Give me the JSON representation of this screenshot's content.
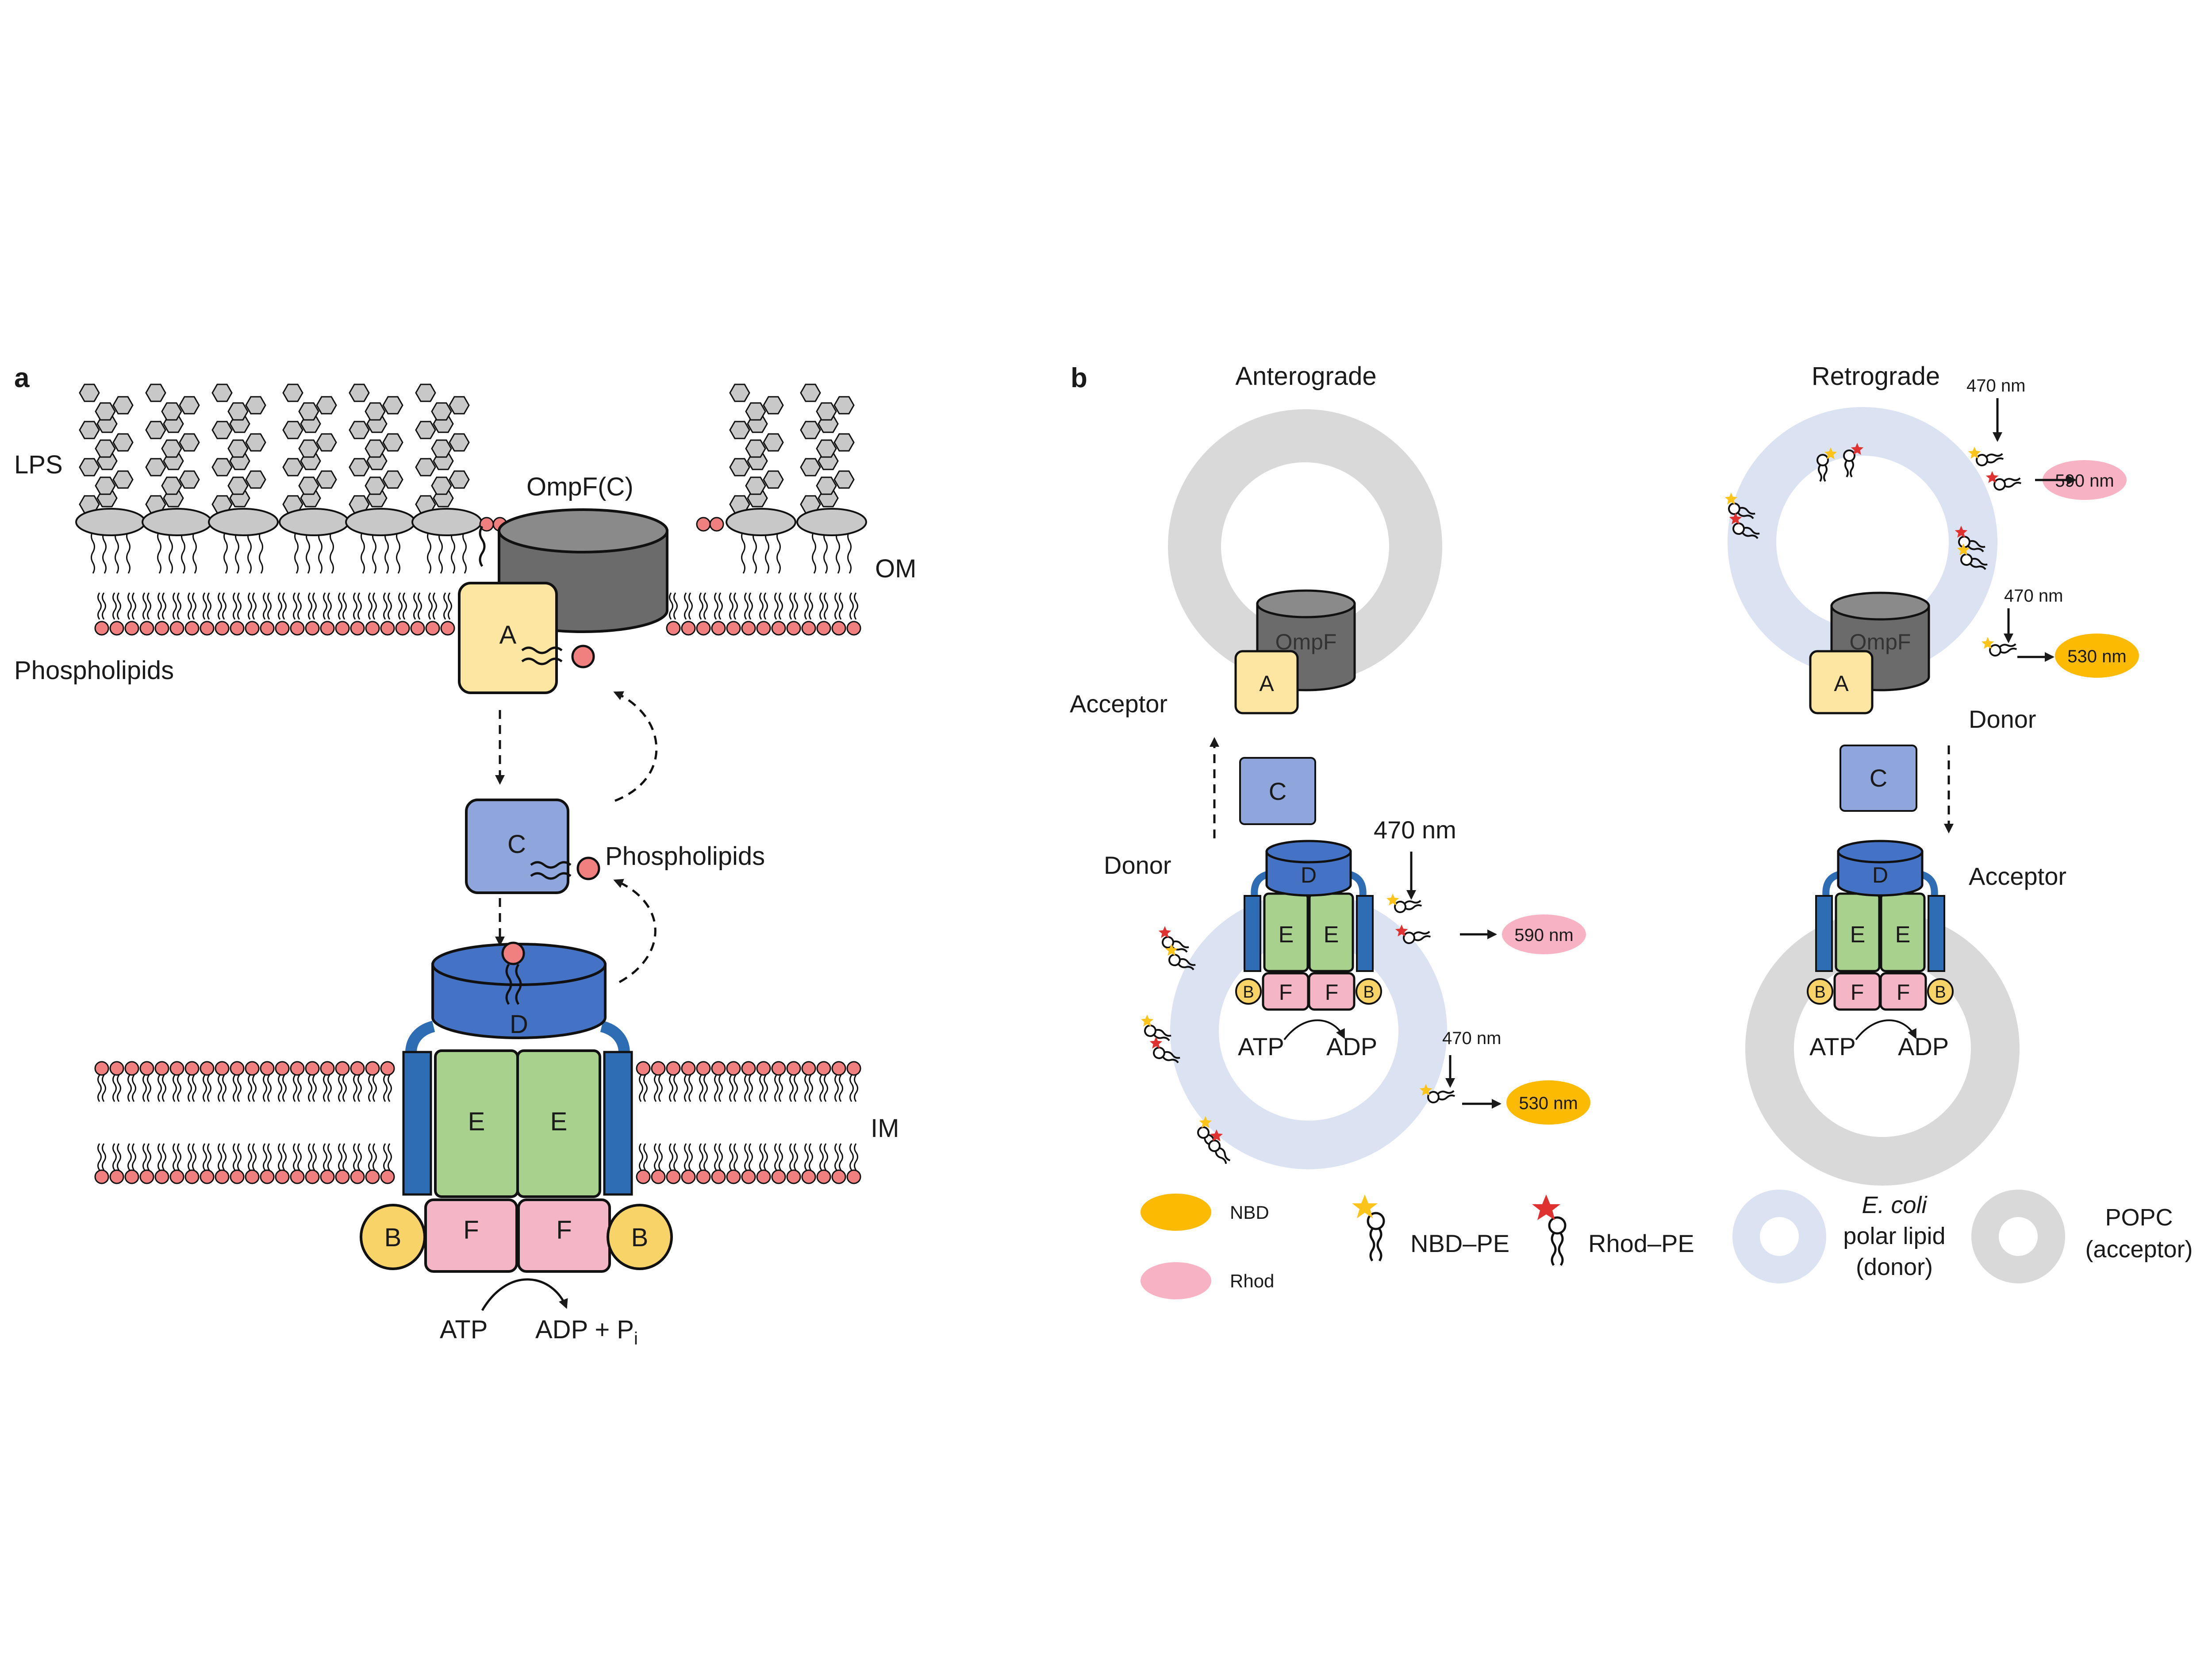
{
  "panel_a": {
    "letter": "a",
    "lps_label": "LPS",
    "om_label": "OM",
    "im_label": "IM",
    "phospholipids_label": "Phospholipids",
    "phospholipids_label_2": "Phospholipids",
    "ompf_label": "OmpF(C)",
    "protein_a": "A",
    "protein_b_left": "B",
    "protein_b_right": "B",
    "protein_c": "C",
    "protein_d": "D",
    "protein_e_left": "E",
    "protein_e_right": "E",
    "protein_f_left": "F",
    "protein_f_right": "F",
    "atp": "ATP",
    "adp": "ADP + P",
    "adp_sub": "i"
  },
  "panel_b": {
    "letter": "b",
    "anterograde": {
      "title": "Anterograde",
      "acceptor_label": "Acceptor",
      "donor_label": "Donor",
      "ompf": "OmpF",
      "protein_a": "A",
      "protein_c": "C",
      "protein_d": "D",
      "protein_e_left": "E",
      "protein_e_right": "E",
      "protein_f_left": "F",
      "protein_f_right": "F",
      "protein_b_left": "B",
      "protein_b_right": "B",
      "atp": "ATP",
      "adp": "ADP",
      "excitation_1": "470 nm",
      "excitation_2": "470 nm",
      "emission_rhod": "590 nm",
      "emission_nbd": "530 nm"
    },
    "retrograde": {
      "title": "Retrograde",
      "donor_label": "Donor",
      "acceptor_label": "Acceptor",
      "ompf": "OmpF",
      "protein_a": "A",
      "protein_c": "C",
      "protein_d": "D",
      "protein_e_left": "E",
      "protein_e_right": "E",
      "protein_f_left": "F",
      "protein_f_right": "F",
      "protein_b_left": "B",
      "protein_b_right": "B",
      "atp": "ATP",
      "adp": "ADP",
      "excitation_1": "470 nm",
      "excitation_2": "470 nm",
      "emission_rhod": "590 nm",
      "emission_nbd": "530 nm"
    },
    "legend": {
      "nbd": "NBD",
      "rhod": "Rhod",
      "nbd_pe": "NBD–PE",
      "rhod_pe": "Rhod–PE",
      "ecoli_line1": "E. coli",
      "ecoli_line2": "polar lipid",
      "ecoli_line3": "(donor)",
      "popc_line1": "POPC",
      "popc_line2": "(acceptor)"
    }
  },
  "colors": {
    "protein_a": "#fde6a2",
    "protein_b": "#f8d367",
    "protein_c": "#8fa6dc",
    "protein_d": "#4472c4",
    "protein_e": "#a9d18e",
    "protein_f": "#f4b6c6",
    "transmembrane_bar": "#2e6db4",
    "lipid_head": "#f08080",
    "lps_sugar": "#c8c8c8",
    "ompf_barrel": "#6b6b6b",
    "donor_vesicle": "#dbe3f3",
    "acceptor_vesicle": "#d9d9d9",
    "nbd_emission": "#fcba03",
    "rhod_emission": "#f7b2c4",
    "nbd_star": "#fcc419",
    "rhod_star": "#e03131"
  }
}
